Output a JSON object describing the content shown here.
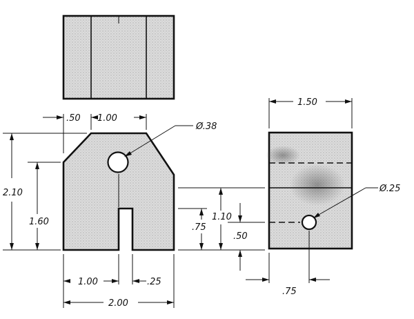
{
  "front_view": {
    "width": "2.00",
    "height": "2.10",
    "shoulder_height": "1.60",
    "top_offset": ".50",
    "top_width": "1.00",
    "slot_offset": "1.00",
    "slot_width": ".25",
    "hole_diameter": "Ø.38"
  },
  "side_view": {
    "width": "1.50",
    "hole_diameter": "Ø.25",
    "line_height": "1.10",
    "slot_height": ".75",
    "hole_height": ".50",
    "hole_offset": ".75"
  },
  "colors": {
    "ink": "#111111",
    "shade": "#d9d9d9"
  }
}
